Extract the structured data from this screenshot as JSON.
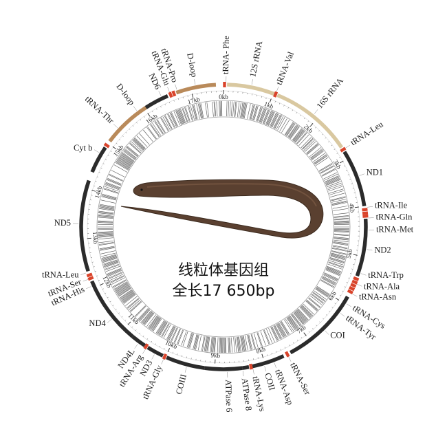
{
  "center_title_line1": "线粒体基因组",
  "center_title_line2": "全长17 650bp",
  "colors": {
    "protein": "#2b2b2b",
    "rrna": "#d9c8a0",
    "dloop": "#b98a5a",
    "trna": "#d9442b",
    "gc_bars": "#333333",
    "ring": "#999999"
  },
  "ticks": [
    {
      "kb": 0,
      "label": "0kb"
    },
    {
      "kb": 1,
      "label": "1kb"
    },
    {
      "kb": 2,
      "label": "2kb"
    },
    {
      "kb": 3,
      "label": "3kb"
    },
    {
      "kb": 4,
      "label": "4kb"
    },
    {
      "kb": 5,
      "label": "5kb"
    },
    {
      "kb": 6,
      "label": "6kb"
    },
    {
      "kb": 7,
      "label": "7kb"
    },
    {
      "kb": 8,
      "label": "8kb"
    },
    {
      "kb": 9,
      "label": "9kb"
    },
    {
      "kb": 10,
      "label": "10kb"
    },
    {
      "kb": 11,
      "label": "11kb"
    },
    {
      "kb": 12,
      "label": "12kb"
    },
    {
      "kb": 13,
      "label": "13kb"
    },
    {
      "kb": 14,
      "label": "14kb"
    },
    {
      "kb": 15,
      "label": "15kb"
    },
    {
      "kb": 16,
      "label": "16kb"
    },
    {
      "kb": 17,
      "label": "17kb"
    }
  ],
  "segments": [
    {
      "start": 0.07,
      "end": 1.02,
      "type": "rrna"
    },
    {
      "start": 1.09,
      "end": 2.75,
      "type": "rrna"
    },
    {
      "start": 2.85,
      "end": 4.0,
      "type": "protein"
    },
    {
      "start": 4.25,
      "end": 5.4,
      "type": "protein"
    },
    {
      "start": 5.85,
      "end": 7.45,
      "type": "protein"
    },
    {
      "start": 7.6,
      "end": 8.25,
      "type": "protein"
    },
    {
      "start": 8.32,
      "end": 8.45,
      "type": "protein"
    },
    {
      "start": 8.45,
      "end": 9.2,
      "type": "protein"
    },
    {
      "start": 9.2,
      "end": 9.98,
      "type": "protein"
    },
    {
      "start": 10.06,
      "end": 10.4,
      "type": "protein"
    },
    {
      "start": 10.47,
      "end": 10.77,
      "type": "protein"
    },
    {
      "start": 10.77,
      "end": 12.14,
      "type": "protein"
    },
    {
      "start": 12.35,
      "end": 14.17,
      "type": "protein"
    },
    {
      "start": 14.35,
      "end": 14.9,
      "type": "protein"
    },
    {
      "start": 15.05,
      "end": 16.03,
      "type": "dloop"
    },
    {
      "start": 16.03,
      "end": 16.52,
      "type": "protein"
    },
    {
      "start": 16.7,
      "end": 17.5,
      "type": "dloop"
    }
  ],
  "trnas": [
    {
      "pos": 0.02
    },
    {
      "pos": 1.05
    },
    {
      "pos": 2.8
    },
    {
      "pos": 4.07
    },
    {
      "pos": 4.14
    },
    {
      "pos": 4.2
    },
    {
      "pos": 5.46
    },
    {
      "pos": 5.53
    },
    {
      "pos": 5.6
    },
    {
      "pos": 5.67
    },
    {
      "pos": 5.74
    },
    {
      "pos": 7.52
    },
    {
      "pos": 8.28
    },
    {
      "pos": 10.02
    },
    {
      "pos": 10.44
    },
    {
      "pos": 12.2
    },
    {
      "pos": 12.27
    },
    {
      "pos": 14.95
    },
    {
      "pos": 16.58
    },
    {
      "pos": 16.65
    }
  ],
  "labels": [
    {
      "text": "tRNA- Phe",
      "pos": 0.05,
      "rotate": true
    },
    {
      "text": "12S rRNA",
      "pos": 0.55,
      "rotate": true
    },
    {
      "text": "tRNA-Val",
      "pos": 1.05,
      "rotate": true
    },
    {
      "text": "16S rRNA",
      "pos": 1.9,
      "rotate": true
    },
    {
      "text": "tRNA-Leu",
      "pos": 2.8,
      "rotate": true
    },
    {
      "text": "ND1",
      "pos": 3.4,
      "rotate": false
    },
    {
      "text": "tRNA-Ile",
      "pos": 4.03,
      "rotate": false
    },
    {
      "text": "tRNA-Gln",
      "pos": 4.24,
      "rotate": false
    },
    {
      "text": "tRNA-Met",
      "pos": 4.47,
      "rotate": false
    },
    {
      "text": "ND2",
      "pos": 4.85,
      "rotate": false
    },
    {
      "text": "tRNA-Trp",
      "pos": 5.33,
      "rotate": false
    },
    {
      "text": "tRNA-Ala",
      "pos": 5.55,
      "rotate": false
    },
    {
      "text": "tRNA-Asn",
      "pos": 5.76,
      "rotate": false
    },
    {
      "text": "tRNA-Cys",
      "pos": 5.98,
      "rotate": true
    },
    {
      "text": "tRNA-Tyr",
      "pos": 6.2,
      "rotate": true
    },
    {
      "text": "COI",
      "pos": 6.65,
      "rotate": false
    },
    {
      "text": "tRNA-Ser",
      "pos": 7.52,
      "rotate": true
    },
    {
      "text": "tRNA-Asp",
      "pos": 7.82,
      "rotate": true
    },
    {
      "text": "COII",
      "pos": 8.02,
      "rotate": true
    },
    {
      "text": "tRNA-Lys",
      "pos": 8.25,
      "rotate": true
    },
    {
      "text": "ATPase 8",
      "pos": 8.45,
      "rotate": true
    },
    {
      "text": "ATPase 6",
      "pos": 8.75,
      "rotate": true
    },
    {
      "text": "COIII",
      "pos": 9.55,
      "rotate": true
    },
    {
      "text": "tRNA-Gly",
      "pos": 10.02,
      "rotate": true
    },
    {
      "text": "ND3",
      "pos": 10.22,
      "rotate": true
    },
    {
      "text": "tRNA-Arg",
      "pos": 10.42,
      "rotate": true
    },
    {
      "text": "ND4L",
      "pos": 10.6,
      "rotate": true
    },
    {
      "text": "ND4",
      "pos": 11.3,
      "rotate": false
    },
    {
      "text": "tRNA-His",
      "pos": 12.05,
      "rotate": true
    },
    {
      "text": "tRNA-Ser",
      "pos": 12.2,
      "rotate": true
    },
    {
      "text": "tRNA-Leu",
      "pos": 12.33,
      "rotate": false
    },
    {
      "text": "ND5",
      "pos": 13.3,
      "rotate": false
    },
    {
      "text": "Cyt b",
      "pos": 14.75,
      "rotate": false
    },
    {
      "text": "tRNA-Thr",
      "pos": 15.35,
      "rotate": true
    },
    {
      "text": "D-loop",
      "pos": 15.85,
      "rotate": true
    },
    {
      "text": "ND6",
      "pos": 16.4,
      "rotate": true
    },
    {
      "text": "tRNA-Glu",
      "pos": 16.58,
      "rotate": true
    },
    {
      "text": "tRNA-Pro",
      "pos": 16.73,
      "rotate": true
    },
    {
      "text": "D-loop",
      "pos": 17.1,
      "rotate": true
    }
  ]
}
